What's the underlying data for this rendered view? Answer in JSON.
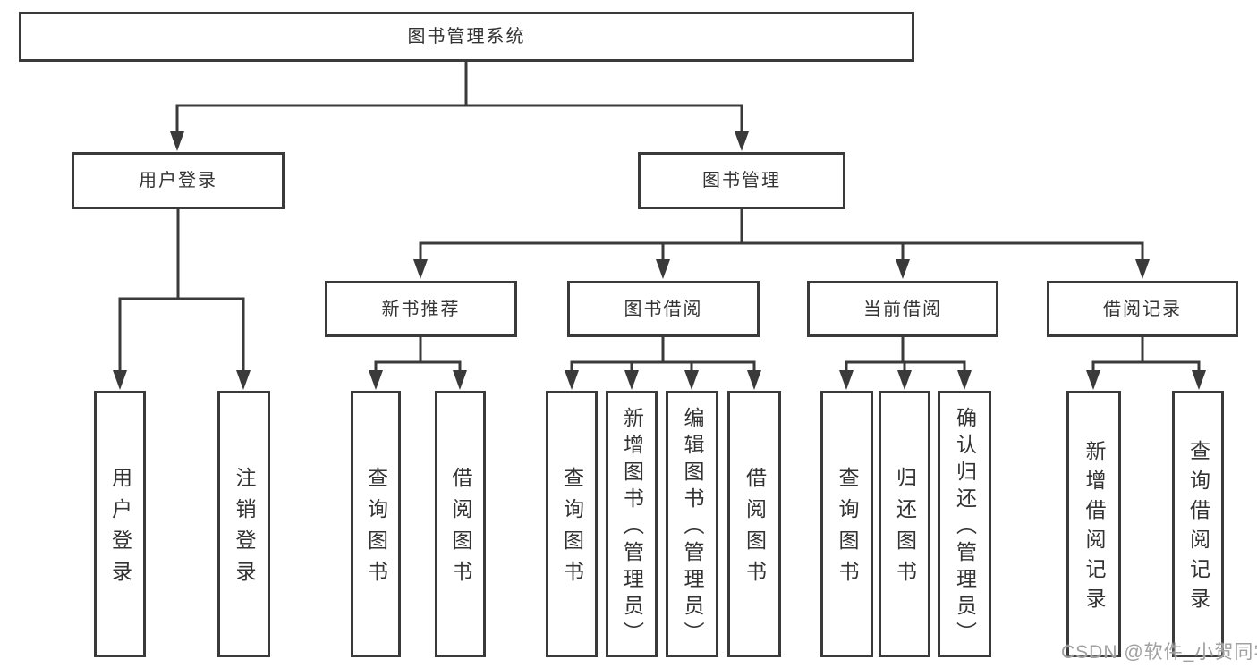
{
  "tree": {
    "label": "图书管理系统",
    "children": [
      {
        "label": "用户登录",
        "children": [
          {
            "label": "用户登录"
          },
          {
            "label": "注销登录"
          }
        ]
      },
      {
        "label": "图书管理",
        "children": [
          {
            "label": "新书推荐",
            "children": [
              {
                "label": "查询图书"
              },
              {
                "label": "借阅图书"
              }
            ]
          },
          {
            "label": "图书借阅",
            "children": [
              {
                "label": "查询图书"
              },
              {
                "label": "新增图书（管理员）"
              },
              {
                "label": "编辑图书（管理员）"
              },
              {
                "label": "借阅图书"
              }
            ]
          },
          {
            "label": "当前借阅",
            "children": [
              {
                "label": "查询图书"
              },
              {
                "label": "归还图书"
              },
              {
                "label": "确认归还（管理员）"
              }
            ]
          },
          {
            "label": "借阅记录",
            "children": [
              {
                "label": "新增借阅记录"
              },
              {
                "label": "查询借阅记录"
              }
            ]
          }
        ]
      }
    ]
  },
  "watermark": "CSDN @软件_小贺同学",
  "colors": {
    "line": "#3a3a3a",
    "text": "#333333",
    "watermark": "#a0a0a0",
    "background": "#ffffff"
  }
}
